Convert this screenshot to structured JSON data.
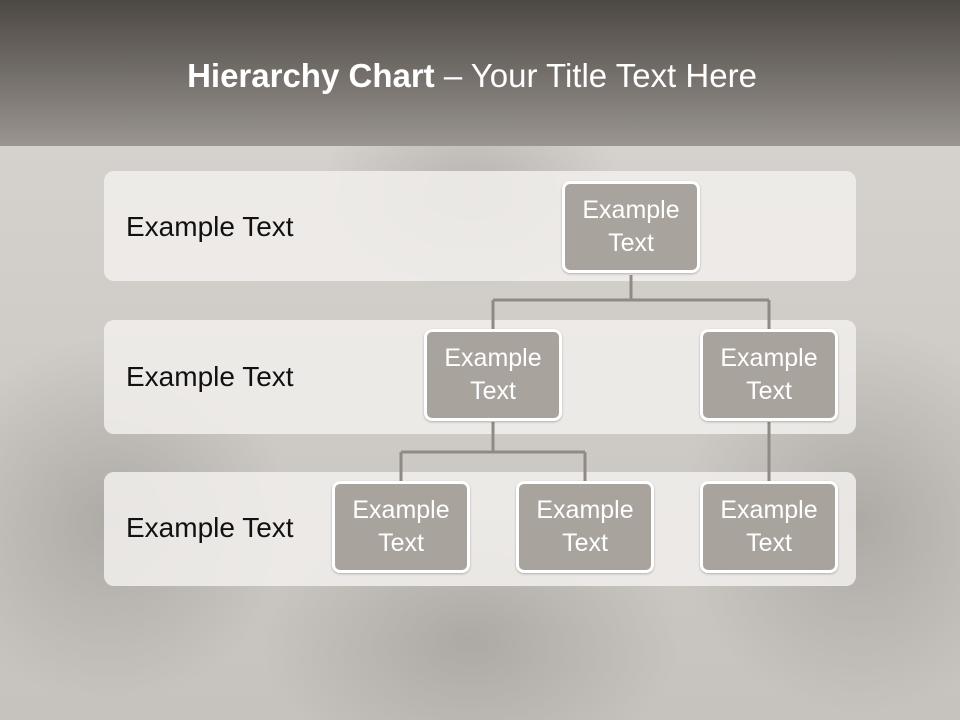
{
  "slide": {
    "title_bold": "Hierarchy Chart",
    "title_rest": " – Your Title Text Here"
  },
  "levels": [
    {
      "label": "Example Text"
    },
    {
      "label": "Example Text"
    },
    {
      "label": "Example Text"
    }
  ],
  "nodes": {
    "root": {
      "label": "Example Text"
    },
    "mid_left": {
      "label": "Example Text"
    },
    "mid_right": {
      "label": "Example Text"
    },
    "leaf_left": {
      "label": "Example Text"
    },
    "leaf_center": {
      "label": "Example Text"
    },
    "leaf_right": {
      "label": "Example Text"
    }
  }
}
